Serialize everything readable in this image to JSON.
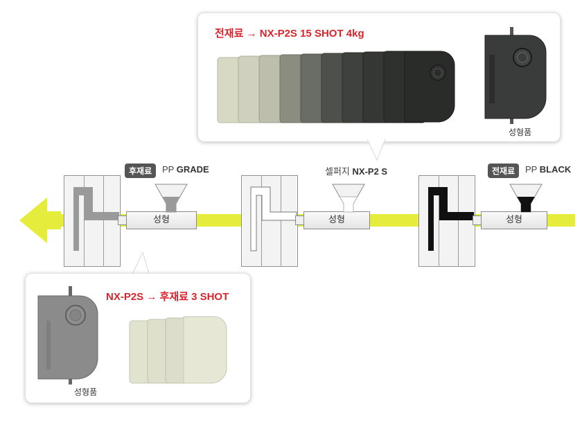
{
  "top_callout": {
    "title": "전재료 → NX-P2S 15 SHOT 4kg",
    "caption": "성형품"
  },
  "bottom_callout": {
    "title": "NX-P2S → 후재료 3 SHOT",
    "caption": "성형품"
  },
  "stages": [
    {
      "badge": "후재료",
      "material_prefix": "PP",
      "material_name": "GRADE",
      "process_label": "성형",
      "fill_color": "#9a9a9a"
    },
    {
      "badge": "",
      "material_prefix": "셀퍼지",
      "material_name": "NX-P2 S",
      "process_label": "성형",
      "fill_color": "#ffffff"
    },
    {
      "badge": "전재료",
      "material_prefix": "PP",
      "material_name": "BLACK",
      "process_label": "성형",
      "fill_color": "#111111"
    }
  ],
  "colors": {
    "accent_red": "#d8252c",
    "flow_yellow": "#e6ec3c",
    "badge_gray": "#555555"
  },
  "icons": {
    "flow_arrow": "left-arrow-icon",
    "hopper": "hopper-icon"
  }
}
